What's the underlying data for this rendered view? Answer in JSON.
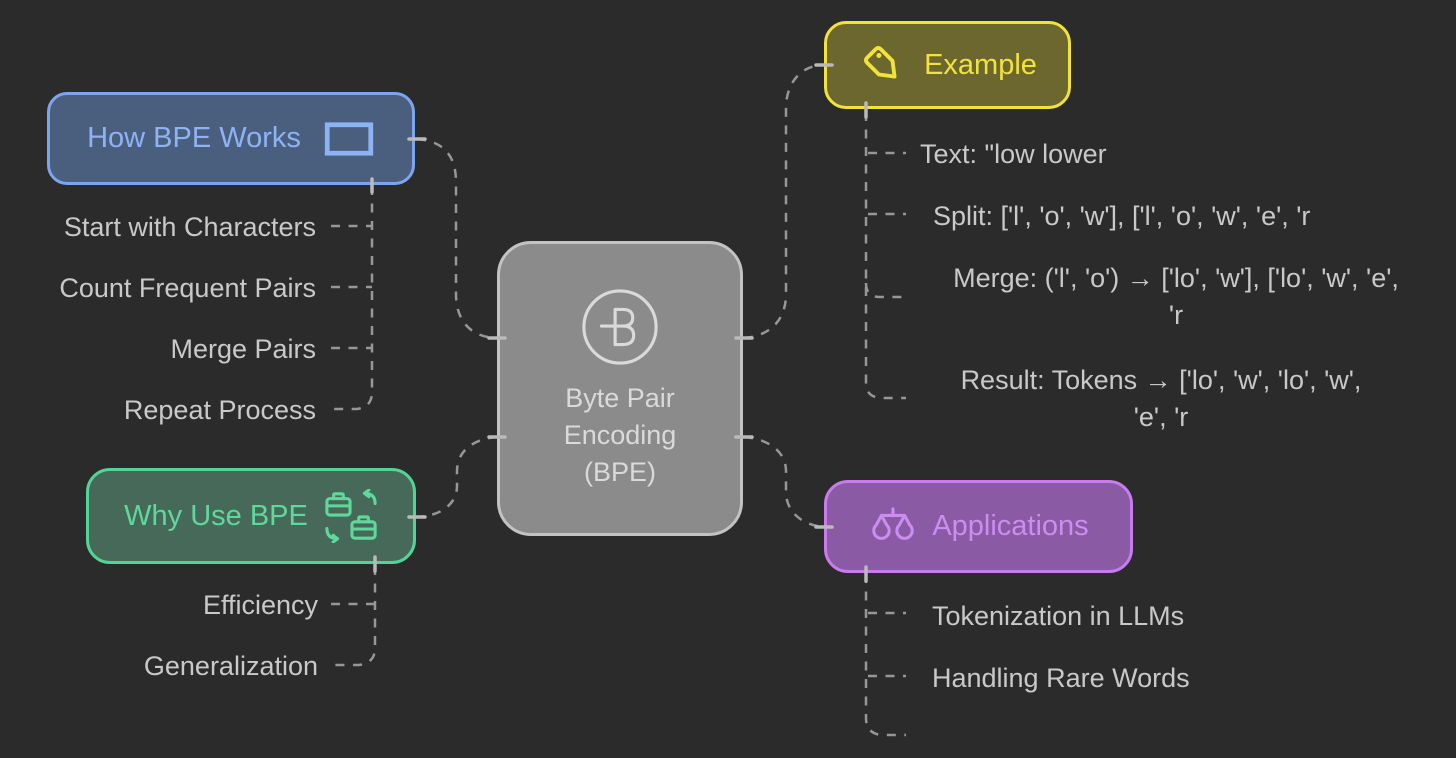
{
  "center_node": {
    "icon": "circled-b-icon",
    "lines": [
      "Byte Pair",
      "Encoding",
      "(BPE)"
    ]
  },
  "branch_how": {
    "title": "How BPE Works",
    "icon": "rectangle-icon",
    "children": [
      "Start with Characters",
      "Count Frequent Pairs",
      "Merge Pairs",
      "Repeat Process"
    ]
  },
  "branch_why": {
    "title": "Why Use BPE",
    "icon": "briefcase-swap-icon",
    "children": [
      "Efficiency",
      "Generalization"
    ]
  },
  "branch_example": {
    "title": "Example",
    "icon": "tag-icon",
    "children": {
      "text": "Text: \"low lower",
      "split": "Split: ['l', 'o', 'w'], ['l', 'o', 'w', 'e', 'r",
      "merge_line1": "Merge: ('l', 'o') → ['lo', 'w'], ['lo', 'w', 'e',",
      "merge_line2": "'r",
      "result_line1": "Result: Tokens → ['lo', 'w', 'lo', 'w',",
      "result_line2": "'e', 'r"
    }
  },
  "branch_applications": {
    "title": "Applications",
    "icon": "scale-icon",
    "children": [
      "Tokenization in LLMs",
      "Handling Rare Words"
    ]
  },
  "colors": {
    "bg": "#2b2b2b",
    "gray_fill": "#8b8b8b",
    "gray_border": "#c3c3c3",
    "gray_text": "#dadada",
    "blue_fill": "#4a5f7e",
    "blue_border": "#7da4ee",
    "blue_text": "#8eb3f5",
    "yellow_fill": "#6b672f",
    "yellow_border": "#f1e33c",
    "yellow_text": "#f1e33c",
    "green_fill": "#47695a",
    "green_border": "#52d496",
    "green_text": "#5fd89b",
    "purple_fill": "#8a5aa4",
    "purple_border": "#c87bec",
    "purple_text": "#cb8df0",
    "child_text": "#c9c9c9",
    "connector": "#979797",
    "tick": "#bababa"
  }
}
